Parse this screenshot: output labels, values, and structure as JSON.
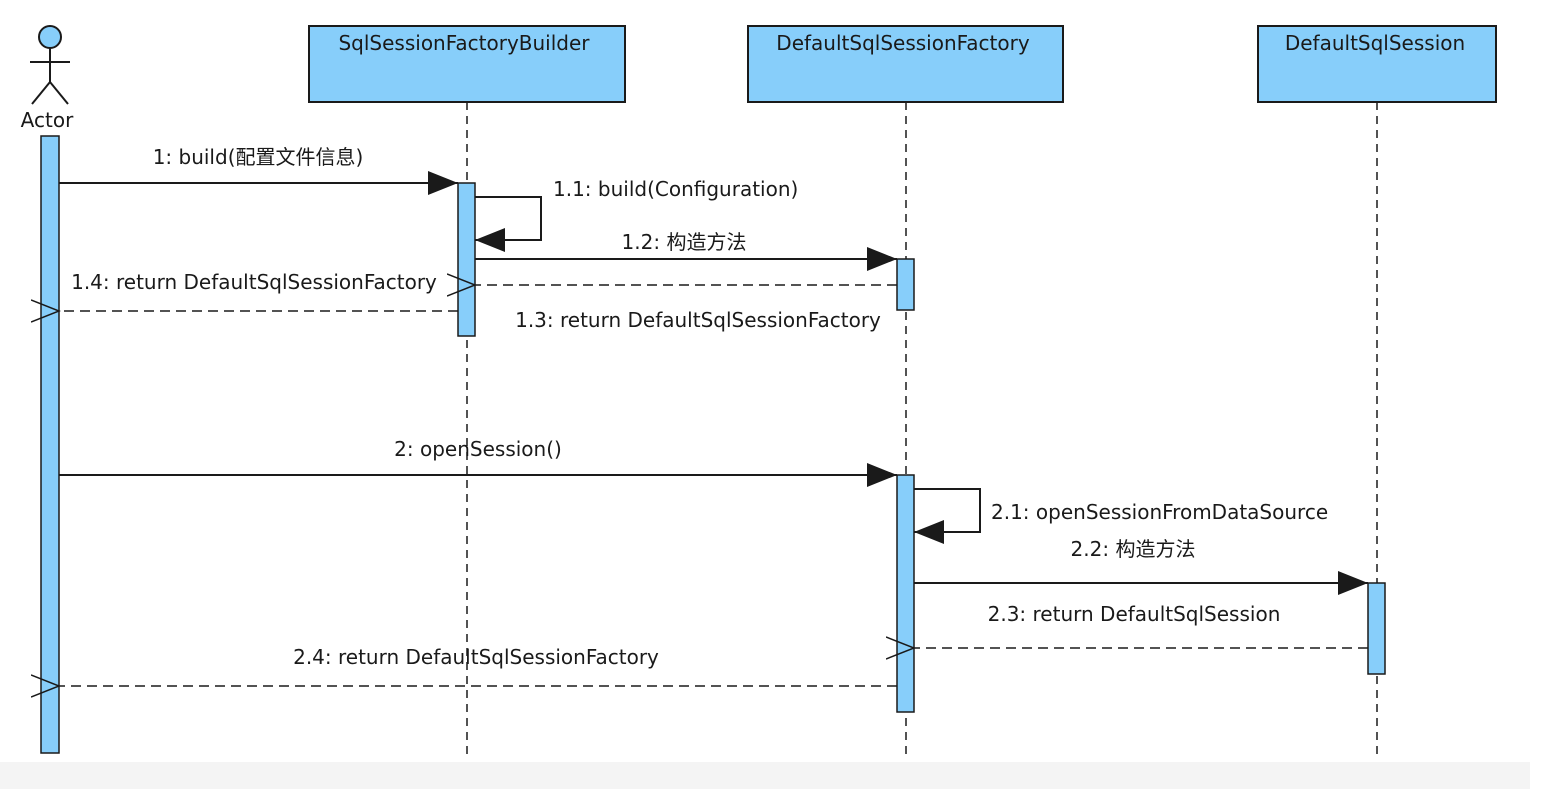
{
  "actor": {
    "label": "Actor"
  },
  "participants": [
    {
      "id": "builder",
      "label": "SqlSessionFactoryBuilder"
    },
    {
      "id": "factory",
      "label": "DefaultSqlSessionFactory"
    },
    {
      "id": "session",
      "label": "DefaultSqlSession"
    }
  ],
  "messages": [
    {
      "id": "m1",
      "label": "1: build(配置文件信息)"
    },
    {
      "id": "m11",
      "label": "1.1: build(Configuration)"
    },
    {
      "id": "m12",
      "label": "1.2: 构造方法"
    },
    {
      "id": "m13",
      "label": "1.3: return DefaultSqlSessionFactory"
    },
    {
      "id": "m14",
      "label": "1.4: return DefaultSqlSessionFactory"
    },
    {
      "id": "m2",
      "label": "2: openSession()"
    },
    {
      "id": "m21",
      "label": "2.1: openSessionFromDataSource"
    },
    {
      "id": "m22",
      "label": "2.2: 构造方法"
    },
    {
      "id": "m23",
      "label": "2.3: return DefaultSqlSession"
    },
    {
      "id": "m24",
      "label": "2.4: return DefaultSqlSessionFactory"
    }
  ],
  "colors": {
    "fill": "#87CEFA",
    "line": "#1a1a1a"
  }
}
